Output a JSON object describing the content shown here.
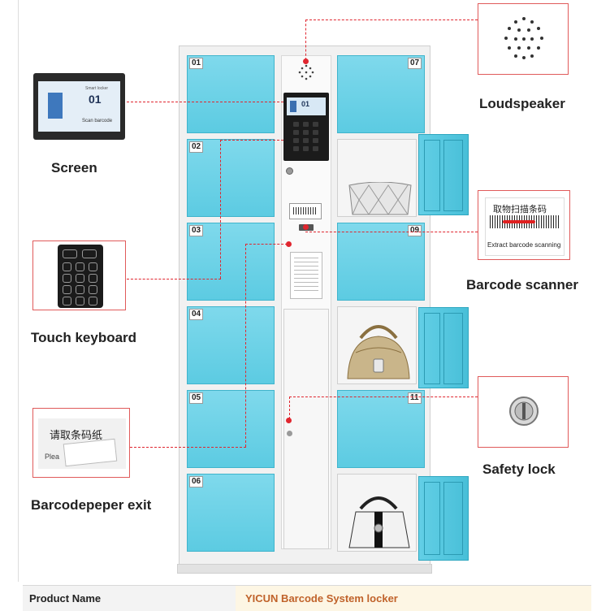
{
  "lockers": {
    "left": [
      "01",
      "02",
      "03",
      "04",
      "05",
      "06"
    ],
    "right_labels": [
      {
        "num": "07"
      },
      {
        "num": "09"
      },
      {
        "num": "11"
      }
    ]
  },
  "screen_mini": {
    "big_number": "01",
    "line1": "Scan barcode",
    "header": "Smart locker"
  },
  "callouts": {
    "loudspeaker": "Loudspeaker",
    "screen": "Screen",
    "barcode_scanner": "Barcode scanner",
    "touch_keyboard": "Touch keyboard",
    "safety_lock": "Safety lock",
    "barcode_exit": "Barcodepeper exit"
  },
  "scanner_box": {
    "line1": "取物扫描条码",
    "line2": "Extract barcode scanning"
  },
  "paper_box": {
    "line1": "请取条码纸",
    "line2": "Plea"
  },
  "table": {
    "label": "Product Name",
    "value": "YICUN Barcode System locker"
  },
  "colors": {
    "door": "#5ccbe2",
    "accent": "#e0262f",
    "value_text": "#c0622a"
  }
}
